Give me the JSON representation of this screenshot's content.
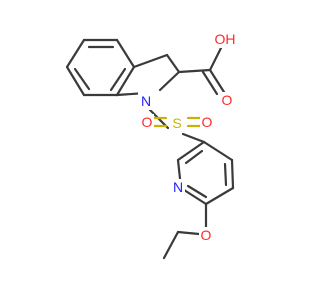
{
  "molecule": {
    "atoms": {
      "hydroxyl": "OH",
      "carbonyl_oxygen": "O",
      "indoline_nitrogen": "N",
      "sulfur": "S",
      "sulfonyl_oxygen_left": "O",
      "sulfonyl_oxygen_right": "O",
      "pyridine_nitrogen": "N",
      "ether_oxygen": "O"
    },
    "colors": {
      "carbon_bond": "#3a3a3a",
      "oxygen": "#ff2a2a",
      "nitrogen": "#1f1fff",
      "sulfur": "#c8b400",
      "background": "#ffffff"
    }
  }
}
